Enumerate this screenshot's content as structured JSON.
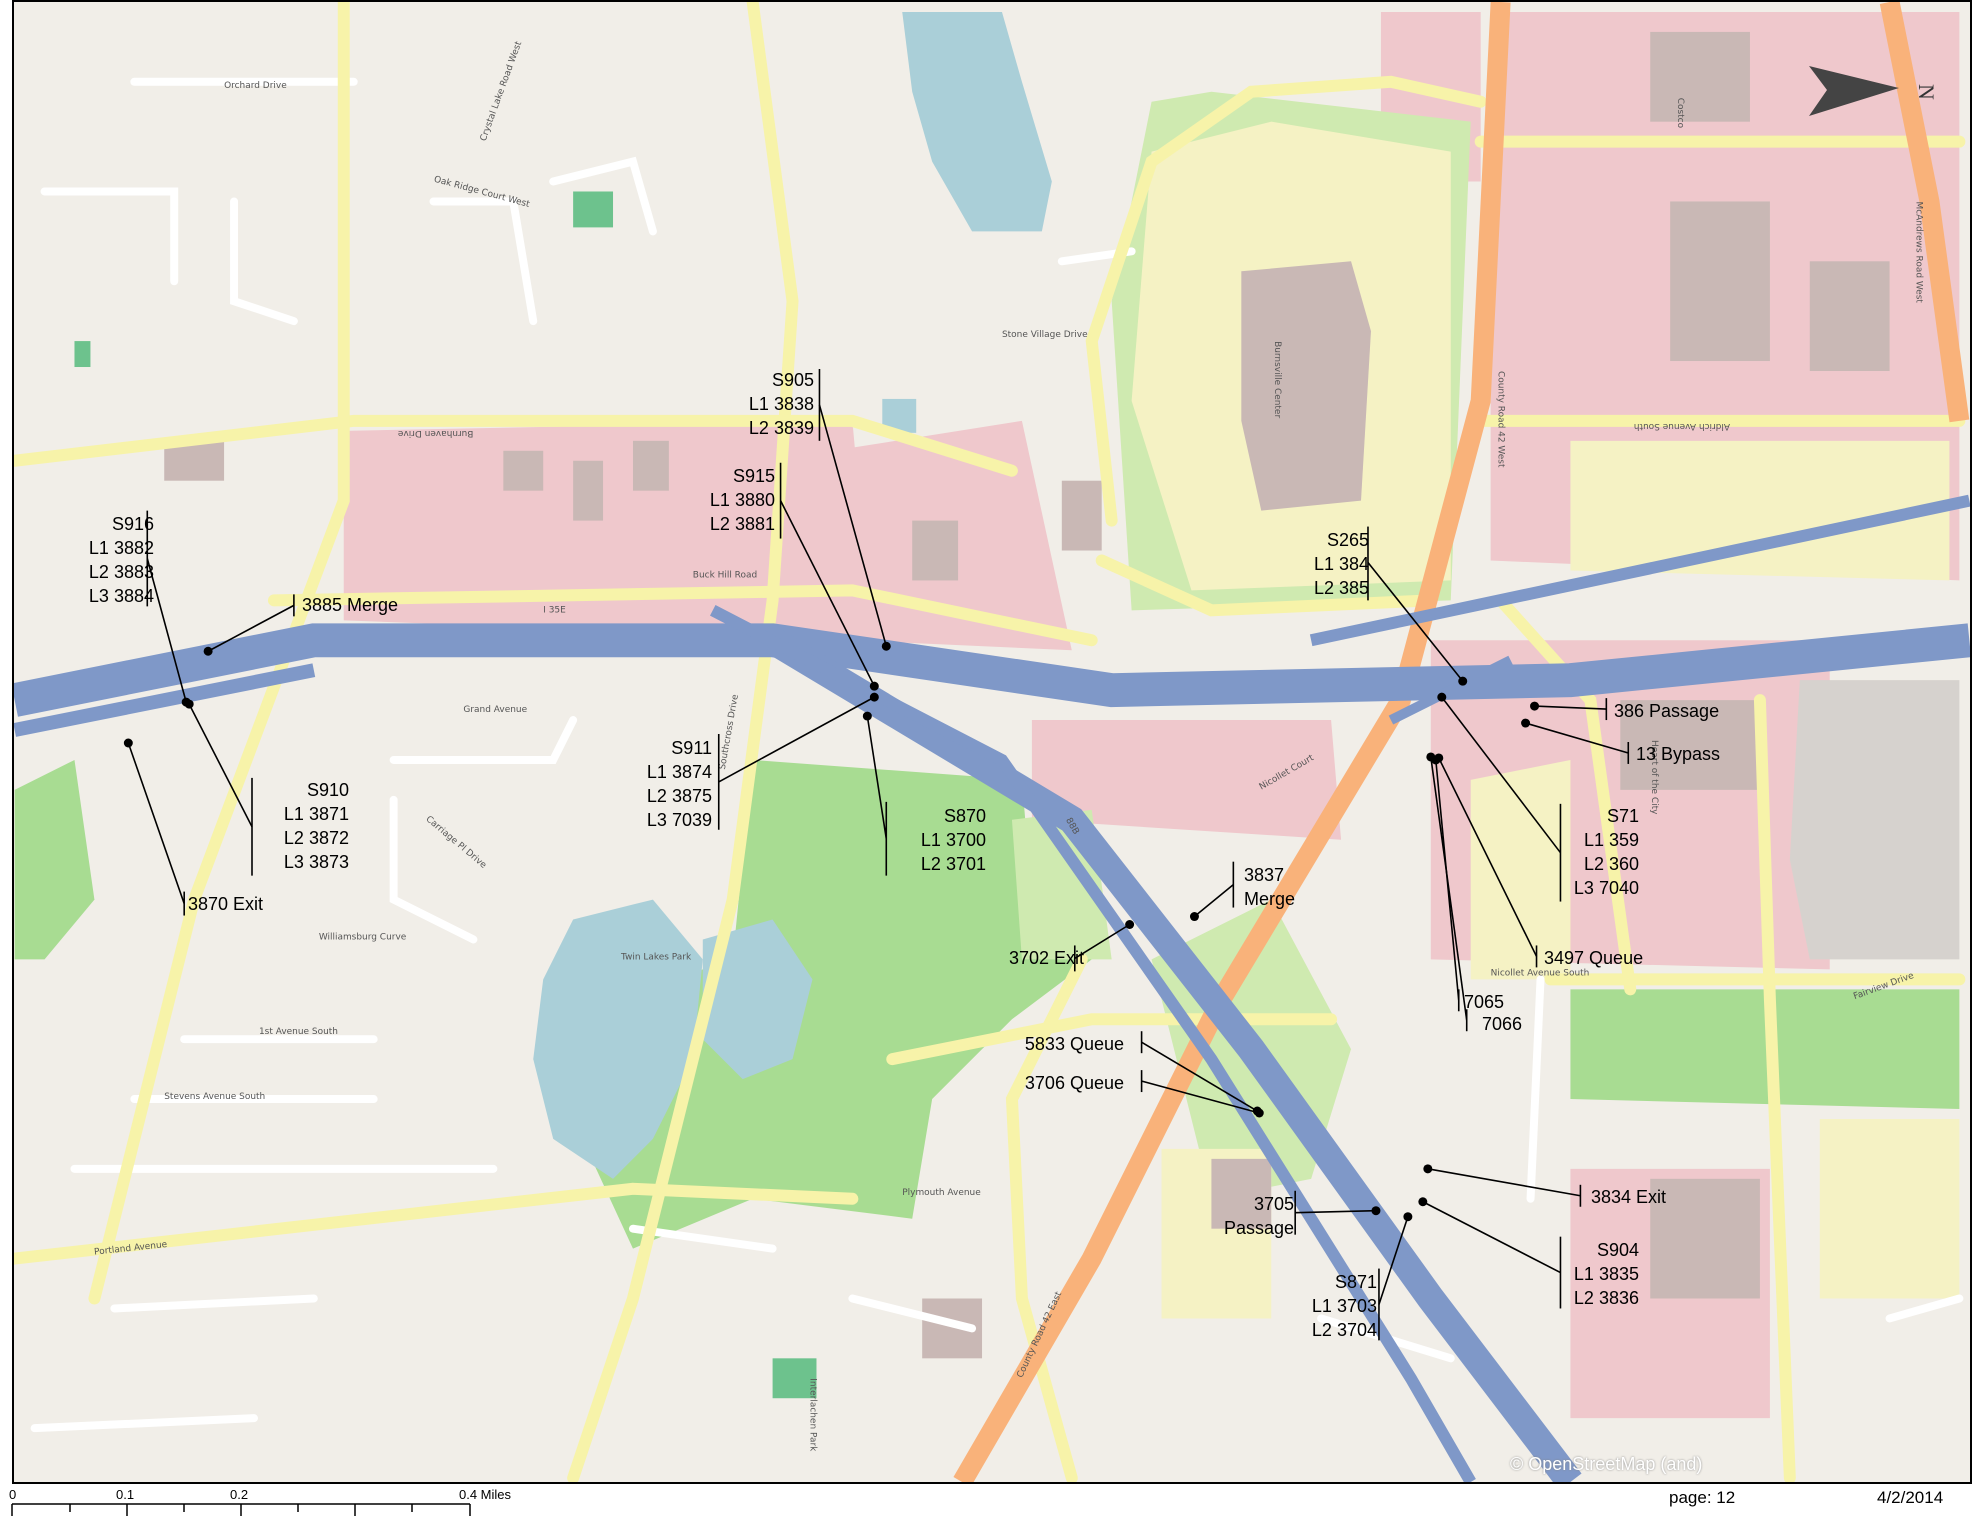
{
  "map": {
    "north_label": "N",
    "attribution": "© OpenStreetMap (and)",
    "page": "page: 12",
    "date": "4/2/2014",
    "scale_labels": [
      "0",
      "0.1",
      "0.2",
      "0.4 Miles"
    ]
  },
  "road_labels": [
    "Orchard Drive",
    "Crystal Lake Road West",
    "Oak Ridge Court West",
    "Burnhaven Drive",
    "Buck Hill Road",
    "Grand Avenue",
    "Southcross Drive",
    "Stone Village Drive",
    "Burnsville Center",
    "County Road 42 West",
    "County Road 42 East",
    "Costco",
    "Aldrich Avenue South",
    "Nicollet Avenue South",
    "Nicollet Court",
    "Plymouth Avenue",
    "Portland Avenue",
    "1st Avenue South",
    "Stevens Avenue South",
    "Williamsburg Curve",
    "Carriage Pl Drive",
    "Twin Lakes Park",
    "Interlachen Park",
    "McAndrews Road West",
    "Fairview Drive",
    "I 35E",
    "88B",
    "Heart of the City"
  ],
  "colors": {
    "map_bg": "#f1eee8",
    "freeway": "#7f98c8",
    "major_road": "#f9b27a",
    "secondary_road": "#f7f3a9",
    "minor_road": "#ffffff",
    "commercial": "#efc8cc",
    "park": "#a8dc92",
    "water": "#aacfd8",
    "building": "#c9b8b5",
    "parking": "#f5f2c4"
  },
  "annotations": [
    {
      "lines": [
        "S905",
        "L1 3838",
        "L2 3839"
      ]
    },
    {
      "lines": [
        "S915",
        "L1 3880",
        "L2 3881"
      ]
    },
    {
      "lines": [
        "S916",
        "L1 3882",
        "L2 3883",
        "L3 3884"
      ]
    },
    {
      "lines": [
        "3885 Merge"
      ]
    },
    {
      "lines": [
        "S265",
        "L1 384",
        "L2 385"
      ]
    },
    {
      "lines": [
        "386 Passage"
      ]
    },
    {
      "lines": [
        "13 Bypass"
      ]
    },
    {
      "lines": [
        "S911",
        "L1 3874",
        "L2 3875",
        "L3 7039"
      ]
    },
    {
      "lines": [
        "S870",
        "L1 3700",
        "L2 3701"
      ]
    },
    {
      "lines": [
        "S910",
        "L1 3871",
        "L2 3872",
        "L3 3873"
      ]
    },
    {
      "lines": [
        "3870 Exit"
      ]
    },
    {
      "lines": [
        "S71",
        "L1 359",
        "L2 360",
        "L3 7040"
      ]
    },
    {
      "lines": [
        "3837",
        "Merge"
      ]
    },
    {
      "lines": [
        "3702 Exit"
      ]
    },
    {
      "lines": [
        "3497 Queue"
      ]
    },
    {
      "lines": [
        "7065"
      ]
    },
    {
      "lines": [
        "7066"
      ]
    },
    {
      "lines": [
        "5833 Queue"
      ]
    },
    {
      "lines": [
        "3706 Queue"
      ]
    },
    {
      "lines": [
        "3705",
        "Passage"
      ]
    },
    {
      "lines": [
        "3834 Exit"
      ]
    },
    {
      "lines": [
        "S904",
        "L1 3835",
        "L2 3836"
      ]
    },
    {
      "lines": [
        "S871",
        "L1 3703",
        "L2 3704"
      ]
    }
  ]
}
